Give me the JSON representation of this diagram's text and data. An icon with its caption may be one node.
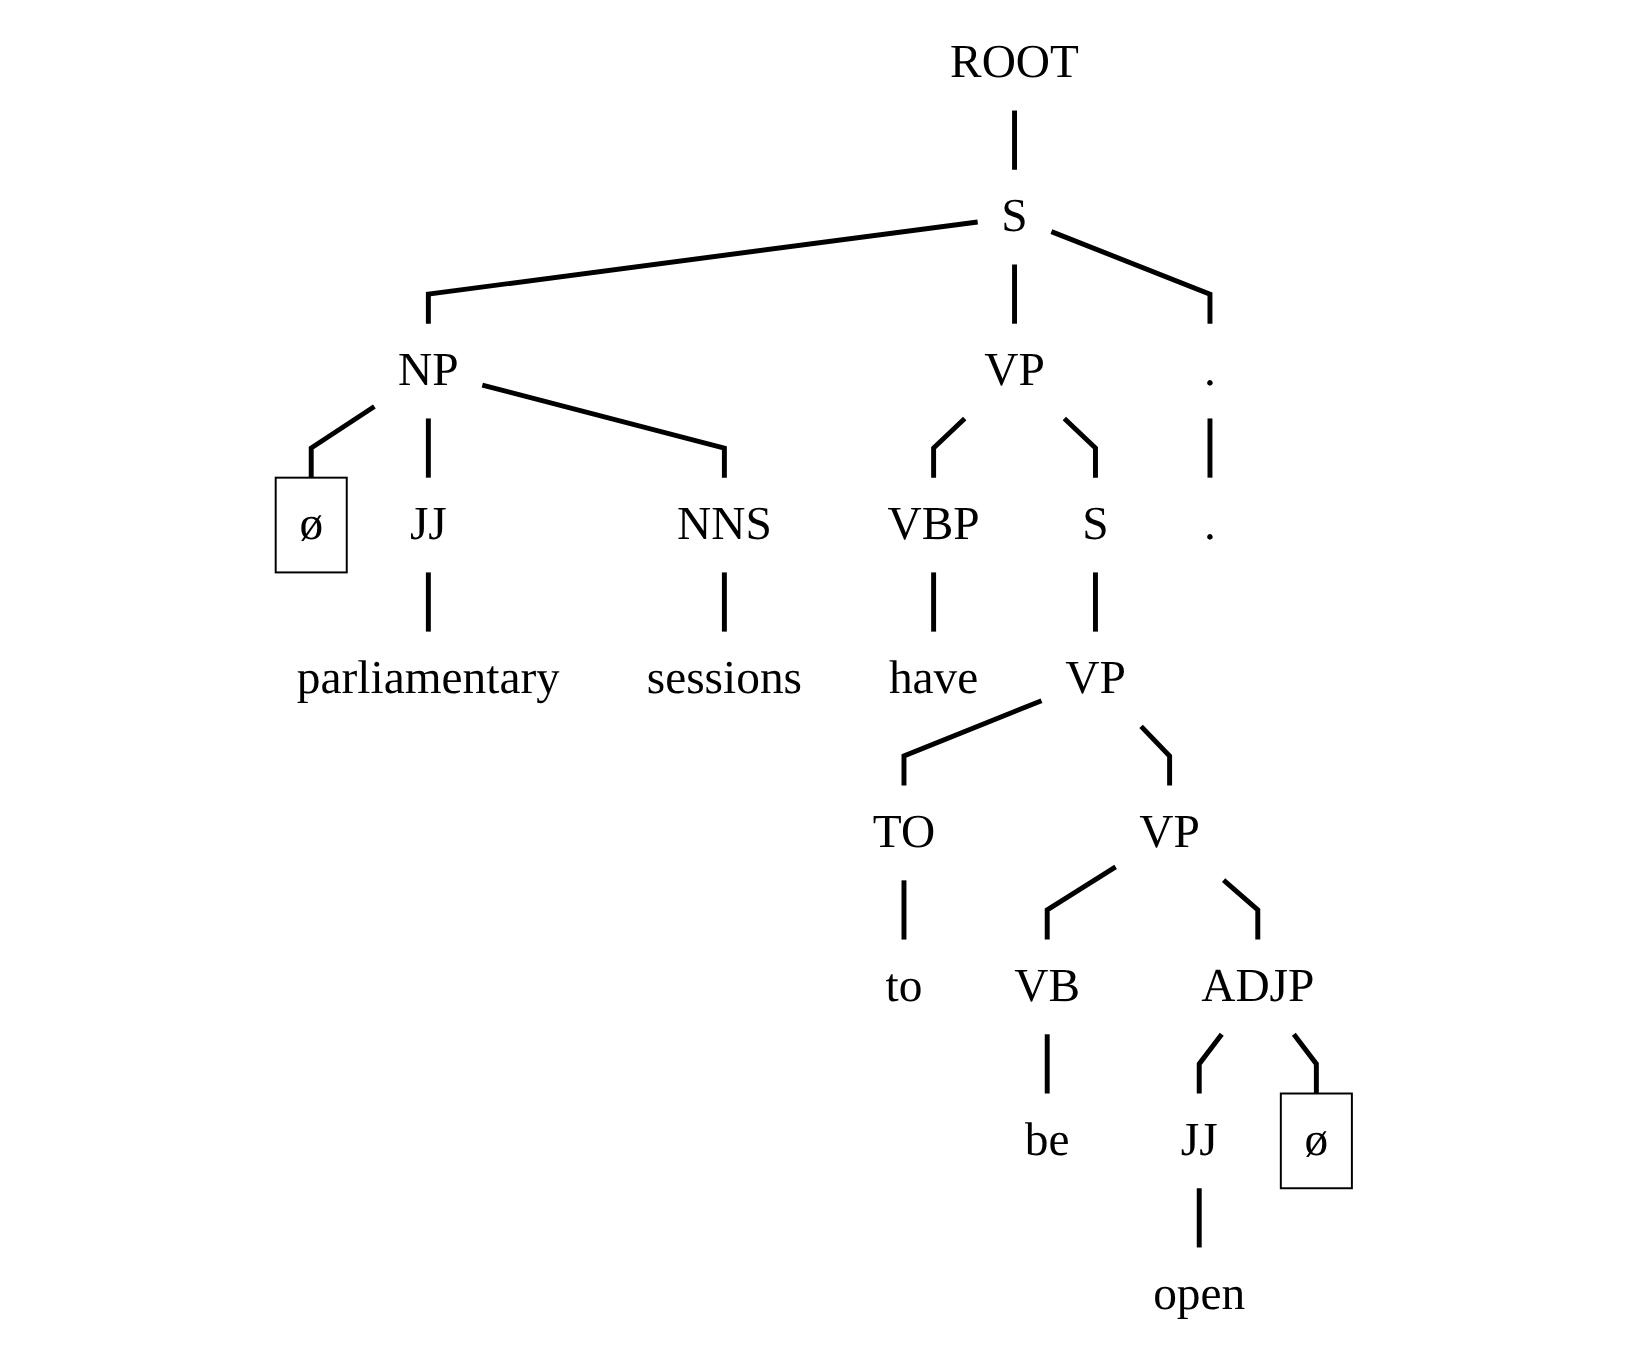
{
  "diagram": {
    "nodes": [
      {
        "text": [
          "ROOT"
        ]
      },
      {
        "text": [
          "S"
        ]
      },
      {
        "text": [
          "NP"
        ]
      },
      {
        "text": [
          "VP"
        ]
      },
      {
        "text": [
          "."
        ]
      },
      {
        "text": [
          "ø"
        ]
      },
      {
        "text": [
          "JJ"
        ]
      },
      {
        "text": [
          "NNS"
        ]
      },
      {
        "text": [
          "VBP"
        ]
      },
      {
        "text": [
          "S"
        ]
      },
      {
        "text": [
          "."
        ]
      },
      {
        "text": [
          "parliamentary"
        ]
      },
      {
        "text": [
          "sessions"
        ]
      },
      {
        "text": [
          "have"
        ]
      },
      {
        "text": [
          "VP"
        ]
      },
      {
        "text": [
          "TO"
        ]
      },
      {
        "text": [
          "VP"
        ]
      },
      {
        "text": [
          "to"
        ]
      },
      {
        "text": [
          "VB"
        ]
      },
      {
        "text": [
          "ADJP"
        ]
      },
      {
        "text": [
          "be"
        ]
      },
      {
        "text": [
          "JJ"
        ]
      },
      {
        "text": [
          "ø"
        ]
      },
      {
        "text": [
          "open"
        ]
      }
    ],
    "edges": [
      {
        "from": 0,
        "to": 1,
        "arrow": "none"
      },
      {
        "from": 1,
        "to": 2,
        "arrow": "none"
      },
      {
        "from": 1,
        "to": 3,
        "arrow": "none"
      },
      {
        "from": 1,
        "to": 4,
        "arrow": "none"
      },
      {
        "from": 2,
        "to": 5,
        "arrow": "none"
      },
      {
        "from": 2,
        "to": 6,
        "arrow": "none"
      },
      {
        "from": 2,
        "to": 7,
        "arrow": "none"
      },
      {
        "from": 3,
        "to": 8,
        "arrow": "none"
      },
      {
        "from": 3,
        "to": 9,
        "arrow": "none"
      },
      {
        "from": 4,
        "to": 10,
        "arrow": "none"
      },
      {
        "from": 6,
        "to": 11,
        "arrow": "none"
      },
      {
        "from": 7,
        "to": 12,
        "arrow": "none"
      },
      {
        "from": 8,
        "to": 13,
        "arrow": "none"
      },
      {
        "from": 9,
        "to": 14,
        "arrow": "none"
      },
      {
        "from": 14,
        "to": 15,
        "arrow": "none"
      },
      {
        "from": 14,
        "to": 16,
        "arrow": "none"
      },
      {
        "from": 15,
        "to": 17,
        "arrow": "none"
      },
      {
        "from": 16,
        "to": 18,
        "arrow": "none"
      },
      {
        "from": 16,
        "to": 19,
        "arrow": "none"
      },
      {
        "from": 18,
        "to": 20,
        "arrow": "none"
      },
      {
        "from": 19,
        "to": 21,
        "arrow": "none"
      },
      {
        "from": 19,
        "to": 22,
        "arrow": "none"
      },
      {
        "from": 21,
        "to": 23,
        "arrow": "none"
      }
    ]
  }
}
